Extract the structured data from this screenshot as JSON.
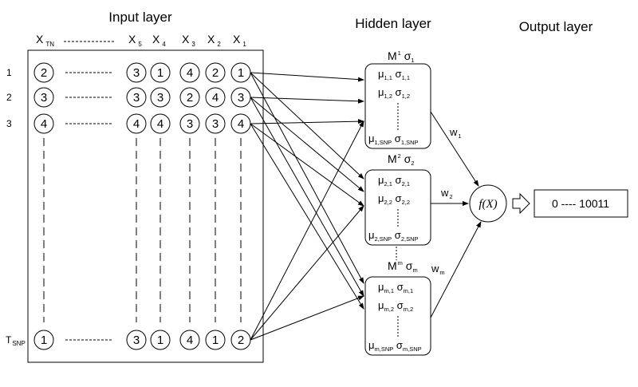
{
  "layers": {
    "input": "Input layer",
    "hidden": "Hidden layer",
    "output": "Output layer"
  },
  "columns": [
    {
      "main": "X",
      "sub": "TN"
    },
    {
      "main": "X",
      "sub": "5"
    },
    {
      "main": "X",
      "sub": "4"
    },
    {
      "main": "X",
      "sub": "3"
    },
    {
      "main": "X",
      "sub": "2"
    },
    {
      "main": "X",
      "sub": "1"
    }
  ],
  "rows": [
    {
      "label": "1",
      "values": [
        "2",
        "3",
        "1",
        "4",
        "2",
        "1"
      ]
    },
    {
      "label": "2",
      "values": [
        "3",
        "3",
        "3",
        "2",
        "4",
        "3"
      ]
    },
    {
      "label": "3",
      "values": [
        "4",
        "4",
        "4",
        "3",
        "3",
        "4"
      ]
    },
    {
      "label": "T",
      "label_sub": "SNP",
      "values": [
        "1",
        "3",
        "1",
        "4",
        "1",
        "2"
      ]
    }
  ],
  "hidden_nodes": [
    {
      "title": {
        "m": "M",
        "m_sub": "1",
        "s": "σ",
        "s_sub": "1"
      },
      "params": [
        {
          "mu_sub": "1,1",
          "sigma_sub": "1,1"
        },
        {
          "mu_sub": "1,2",
          "sigma_sub": "1,2"
        },
        {
          "mu_sub": "1,SNP",
          "sigma_sub": "1,SNP"
        }
      ],
      "weight": {
        "w": "w",
        "sub": "1"
      }
    },
    {
      "title": {
        "m": "M",
        "m_sub": "2",
        "s": "σ",
        "s_sub": "2"
      },
      "params": [
        {
          "mu_sub": "2,1",
          "sigma_sub": "2,1"
        },
        {
          "mu_sub": "2,2",
          "sigma_sub": "2,2"
        },
        {
          "mu_sub": "2,SNP",
          "sigma_sub": "2,SNP"
        }
      ],
      "weight": {
        "w": "w",
        "sub": "2"
      }
    },
    {
      "title": {
        "m": "M",
        "m_sub": "m",
        "s": "σ",
        "s_sub": "m"
      },
      "params": [
        {
          "mu_sub": "m,1",
          "sigma_sub": "m,1"
        },
        {
          "mu_sub": "m,2",
          "sigma_sub": "m,2"
        },
        {
          "mu_sub": "m,SNP",
          "sigma_sub": "m,SNP"
        }
      ],
      "weight": {
        "w": "w",
        "sub": "m"
      }
    }
  ],
  "symbols": {
    "mu": "μ",
    "sigma": "σ"
  },
  "function_label": "f(X)",
  "output_value": "0 ---- 10011"
}
